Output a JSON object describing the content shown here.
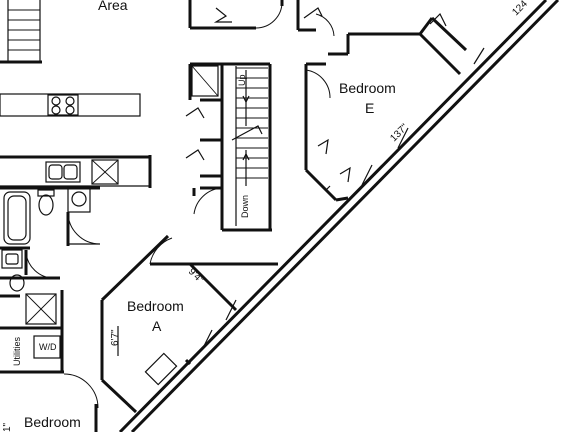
{
  "labels": {
    "area": "Area",
    "bedroom_e_line1": "Bedroom",
    "bedroom_e_line2": "E",
    "bedroom_a_line1": "Bedroom",
    "bedroom_a_line2": "A",
    "bedroom_bottom": "Bedroom",
    "up": "Up",
    "down": "Down",
    "utilities": "Utilities",
    "washer_dryer": "W/D"
  },
  "dimensions": {
    "top_right": "124",
    "bedroom_e_wall": "137\"",
    "bedroom_a_top": "9'4\"",
    "bedroom_a_side": "6'7\"",
    "bottom_left": "1\""
  }
}
